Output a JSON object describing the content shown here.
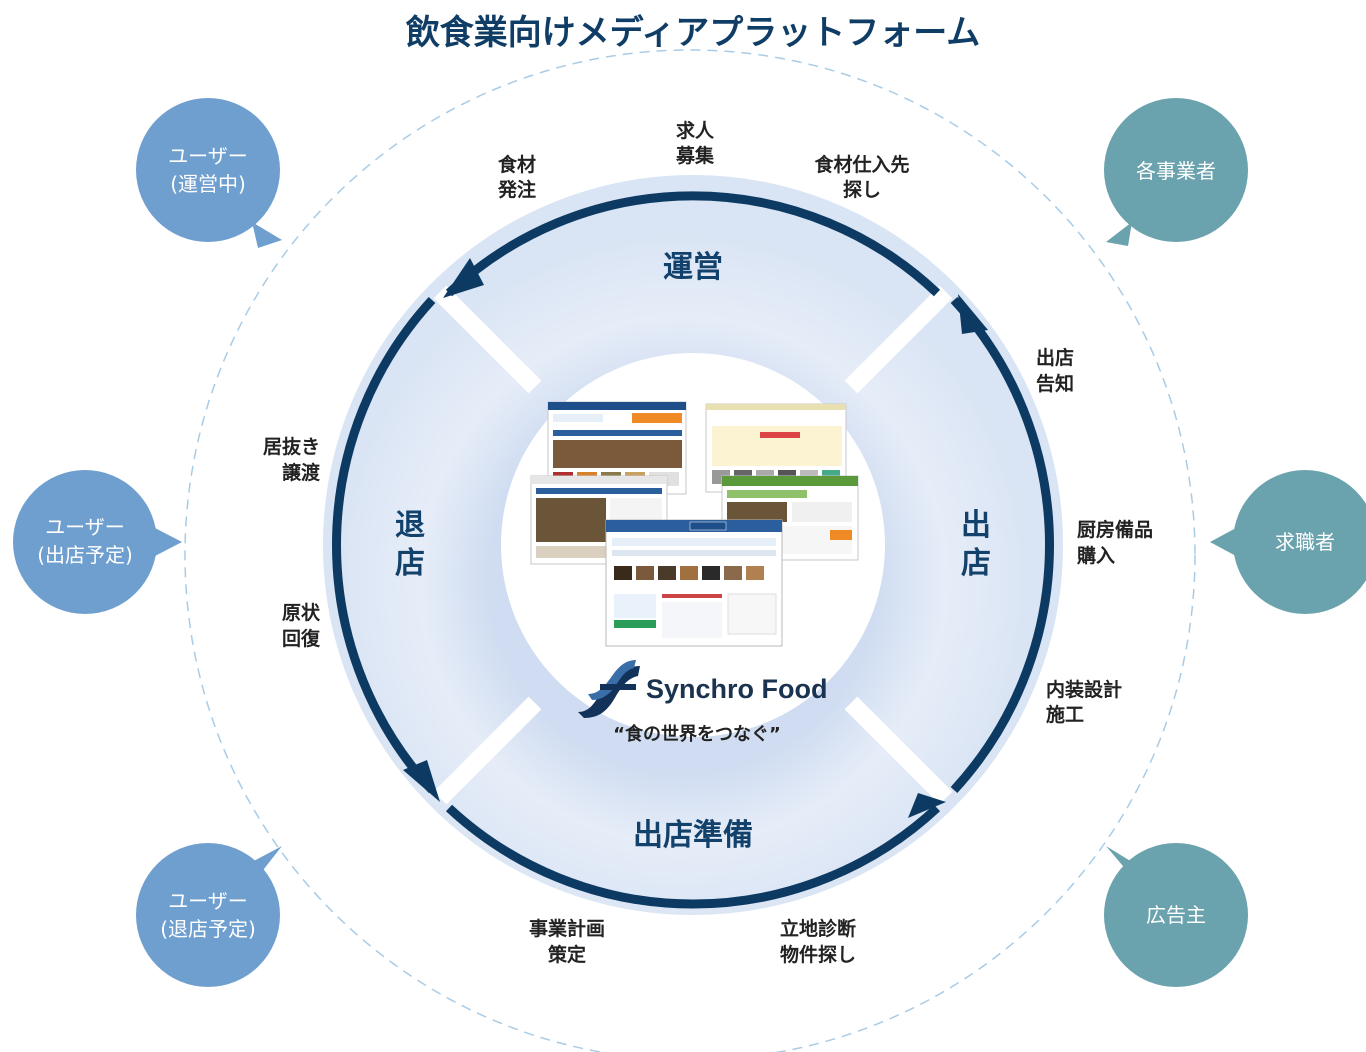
{
  "title": "飲食業向けメディアプラットフォーム",
  "brand": {
    "name": "Synchro Food",
    "tagline": "“食の世界をつなぐ”"
  },
  "segments": {
    "operate": "運営",
    "open": [
      "出",
      "店"
    ],
    "prepare": "出店準備",
    "close": [
      "退",
      "店"
    ]
  },
  "activities": {
    "food_order": [
      "食材",
      "発注"
    ],
    "recruit": [
      "求人",
      "募集"
    ],
    "supplier": [
      "食材仕入先",
      "探し"
    ],
    "announce": [
      "出店",
      "告知"
    ],
    "kitchen": [
      "厨房備品",
      "購入"
    ],
    "interior": [
      "内装設計",
      "施工"
    ],
    "site": [
      "立地診断",
      "物件探し"
    ],
    "plan": [
      "事業計画",
      "策定"
    ],
    "restore": [
      "原状",
      "回復"
    ],
    "transfer": [
      "居抜き",
      "譲渡"
    ]
  },
  "users": {
    "operating": [
      "ユーザー",
      "(運営中)"
    ],
    "planning_open": [
      "ユーザー",
      "(出店予定)"
    ],
    "planning_close": [
      "ユーザー",
      "(退店予定)"
    ]
  },
  "partners": {
    "businesses": "各事業者",
    "job_seekers": "求職者",
    "advertisers": "広告主"
  },
  "colors": {
    "title": "#0f3d66",
    "arrow": "#0d3a63",
    "user_bubble": "#6f9fcf",
    "partner_bubble": "#6aa2ad",
    "ring_fill": "#dfe8f6",
    "dashed_circle": "#a9cce6"
  }
}
